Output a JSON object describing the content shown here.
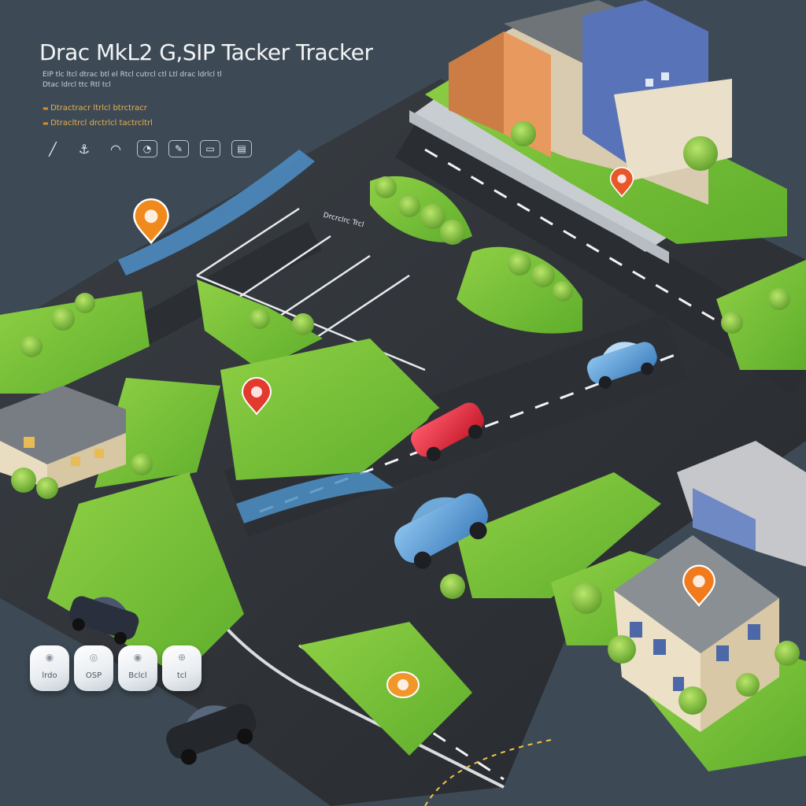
{
  "header": {
    "title": "Drac MkL2 G,SIP Tacker Tracker",
    "subtitle_lines": [
      "EIP tlc ltcl dtrac btl el Rtcl cutrcl ctl Ltl drac ldrlcl tl",
      "Dtac ldrcl ttc Rtl tcl"
    ],
    "bullets": [
      "Dtractracr ltrlcl btrctracr",
      "Dtracltrcl drctrlcl tactrcltrl"
    ],
    "icons": [
      "route-icon",
      "anchor-icon",
      "signal-icon",
      "gauge-icon",
      "pencil-icon",
      "message-icon",
      "car-icon"
    ]
  },
  "map": {
    "road_label": "Drcrclrc Trcl",
    "markers": [
      {
        "color": "#f08a1c",
        "name": "orange-pin-left"
      },
      {
        "color": "#e8562a",
        "name": "orange-pin-top"
      },
      {
        "color": "#e23b2e",
        "name": "red-pin-center"
      },
      {
        "color": "#f07a1c",
        "name": "orange-pin-house"
      },
      {
        "color": "#f0962a",
        "name": "orange-disc-bottom"
      }
    ]
  },
  "chips": [
    {
      "label": "lrdo",
      "icon": "person-icon"
    },
    {
      "label": "OSP",
      "icon": "tracker-icon"
    },
    {
      "label": "Bclcl",
      "icon": "person-icon"
    },
    {
      "label": "tcl",
      "icon": "lock-icon"
    }
  ],
  "colors": {
    "background": "#3d4a55",
    "road": "#2f3338",
    "grass": "#7cc43a",
    "accent_orange": "#f08a1c",
    "accent_red": "#e23b2e"
  }
}
